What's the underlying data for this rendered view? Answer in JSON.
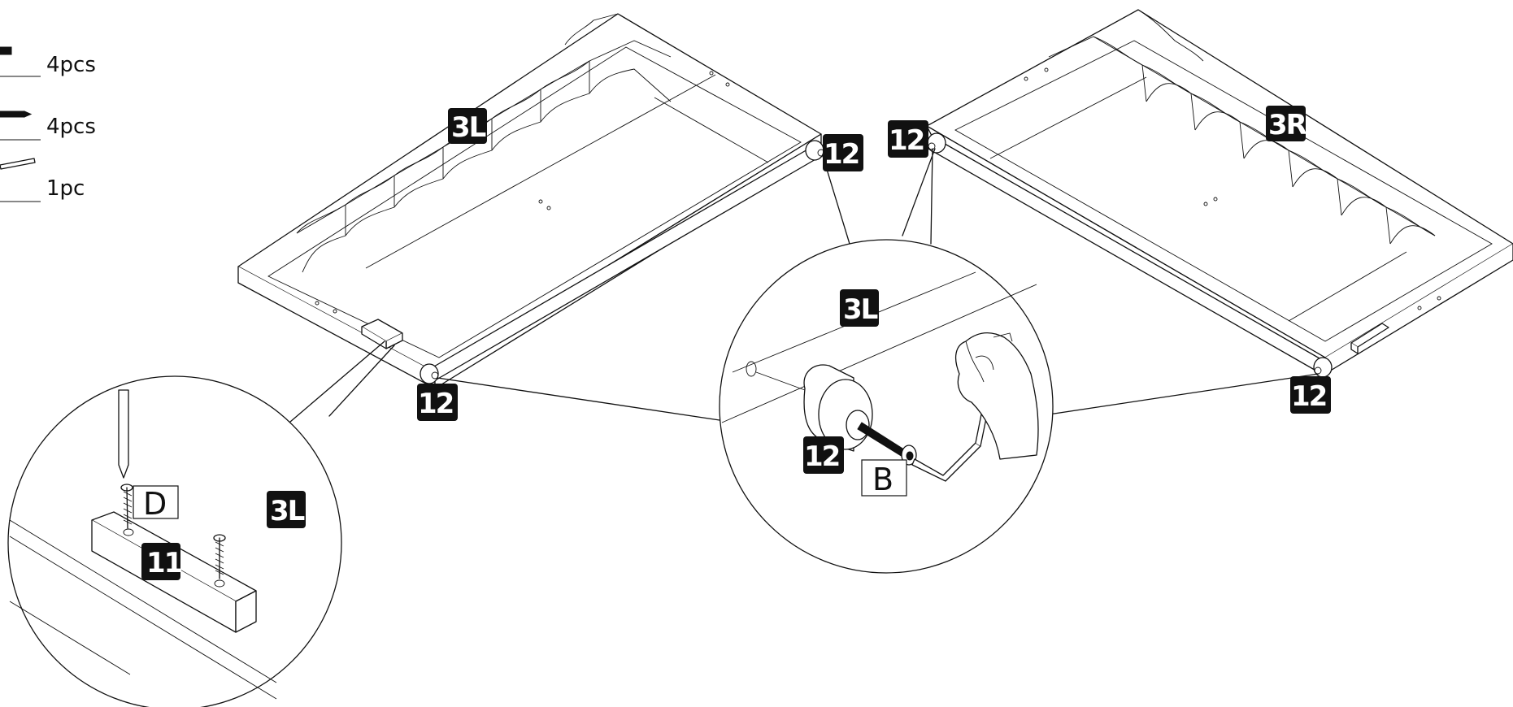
{
  "parts_list": [
    {
      "part": "bolt",
      "quantity": "4pcs"
    },
    {
      "part": "screw",
      "quantity": "4pcs"
    },
    {
      "part": "allen-key",
      "quantity": "1pc"
    }
  ],
  "labels": {
    "panel_left": "3L",
    "panel_right": "3R",
    "leg_left_back": "12",
    "leg_left_front": "12",
    "leg_right_back": "12",
    "leg_right_front": "12",
    "detail_center_panel": "3L",
    "detail_center_leg": "12",
    "detail_center_bolt": "B",
    "detail_left_panel": "3L",
    "detail_left_block": "11",
    "detail_left_screw": "D"
  },
  "icons": [
    "screwdriver-icon",
    "hand-icon",
    "allen-key-icon",
    "bolt-icon",
    "screw-icon"
  ]
}
